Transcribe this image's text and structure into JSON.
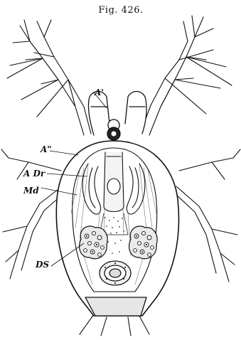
{
  "figure": {
    "title": "Fig. 426.",
    "labels": {
      "a1": "A'",
      "a2": "A\"",
      "adr": "A Dr",
      "md": "Md",
      "ds": "DS"
    }
  },
  "colors": {
    "ink": "#111111",
    "paper": "#ffffff",
    "wash": "#e9e9e9"
  }
}
